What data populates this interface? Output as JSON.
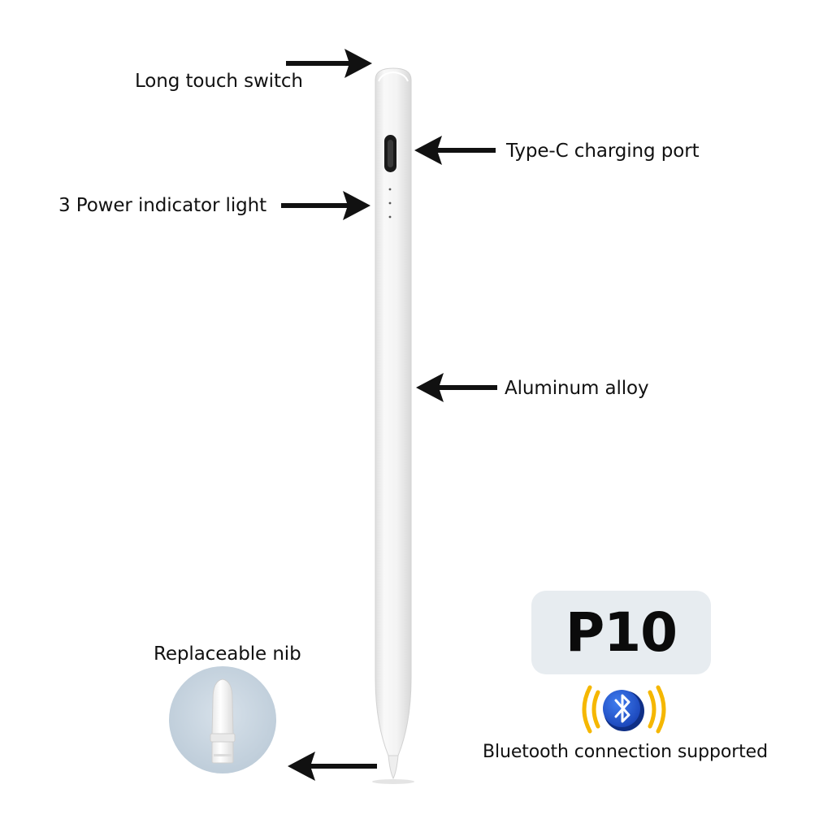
{
  "labels": {
    "long_touch_switch": "Long touch switch",
    "type_c_port": "Type-C charging port",
    "power_indicator": "3 Power indicator light",
    "aluminum_alloy": "Aluminum alloy",
    "replaceable_nib": "Replaceable nib",
    "bluetooth": "Bluetooth connection supported"
  },
  "model": "P10",
  "icons": {
    "bluetooth": "bluetooth-icon",
    "arrow": "arrow-icon"
  },
  "colors": {
    "background": "#ffffff",
    "pen_body": "#f4f4f4",
    "arrow": "#111111",
    "badge_bg": "#e7ecf0",
    "nib_circle": "#c9d6e2",
    "bluetooth_blue": "#1f56d6",
    "signal_yellow": "#f5b700"
  }
}
